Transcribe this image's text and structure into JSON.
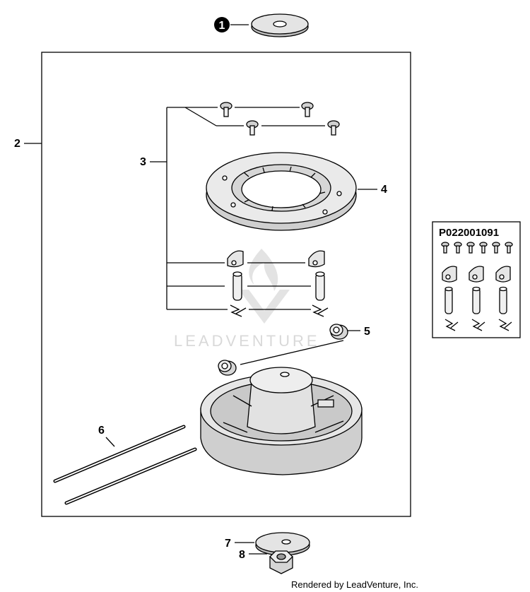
{
  "callouts": {
    "c1": "1",
    "c2": "2",
    "c3": "3",
    "c4": "4",
    "c5": "5",
    "c6": "6",
    "c7": "7",
    "c8": "8"
  },
  "kit": {
    "part_number": "P022001091"
  },
  "watermark": {
    "text": "LEADVENTURE"
  },
  "footer": {
    "text": "Rendered by LeadVenture, Inc."
  },
  "icons": {
    "washer": "washer-icon",
    "screw": "screw-icon",
    "bearing-ring": "bearing-ring-icon",
    "cam": "cam-icon",
    "pin": "pin-icon",
    "spring": "spring-icon",
    "grommet": "grommet-icon",
    "spool-housing": "spool-housing-icon",
    "trimmer-line": "trimmer-line-icon",
    "nut": "nut-icon",
    "watermark-logo": "flame-logo-icon"
  },
  "colors": {
    "ink": "#000000",
    "part_fill": "#d8d8d8",
    "watermark": "#d9d9d9"
  }
}
